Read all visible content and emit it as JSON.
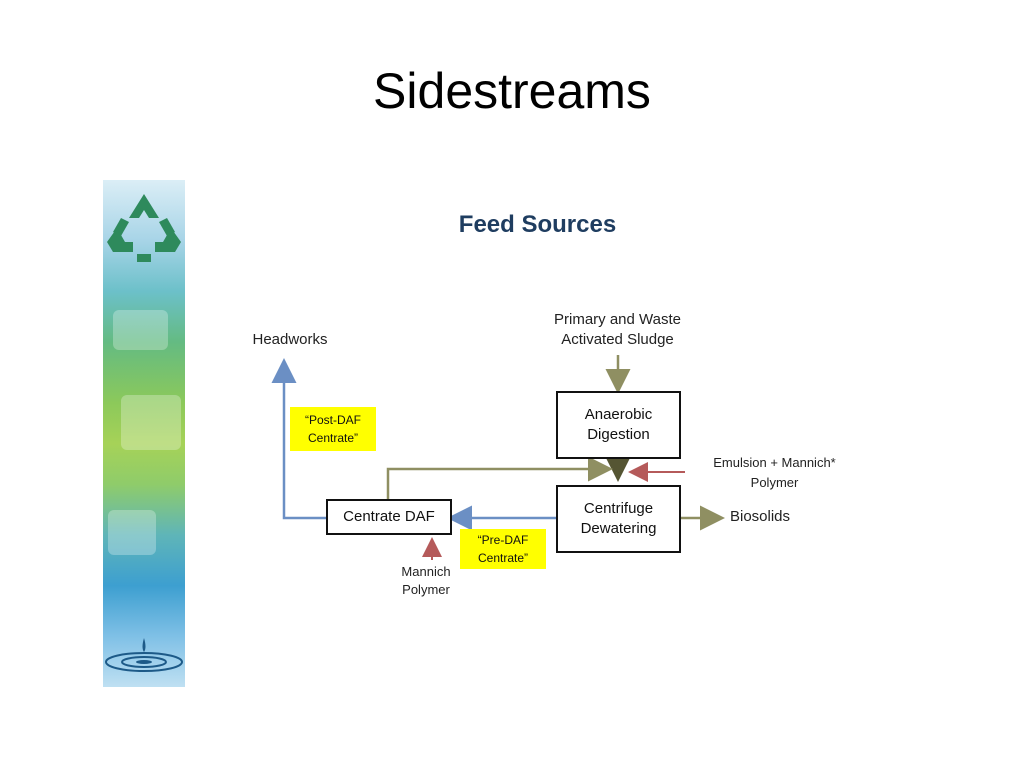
{
  "slide": {
    "title": "Sidestreams"
  },
  "diagram": {
    "heading": "Feed Sources",
    "labels": {
      "headworks": "Headworks",
      "source": "Primary and Waste Activated Sludge",
      "polymer_top": "Emulsion + Mannich* Polymer",
      "biosolids": "Biosolids",
      "polymer_bottom": "Mannich Polymer"
    },
    "boxes": {
      "anaerobic": "Anaerobic Digestion",
      "centrifuge": "Centrifuge Dewatering",
      "daf": "Centrate DAF"
    },
    "notes": {
      "post_daf": "“Post-DAF Centrate”",
      "pre_daf": "“Pre-DAF Centrate”"
    },
    "colors": {
      "olive": "#8f8f62",
      "blue": "#6b8fc4",
      "red": "#b55a5a",
      "highlight": "#ffff00",
      "heading": "#1f3d60"
    }
  }
}
